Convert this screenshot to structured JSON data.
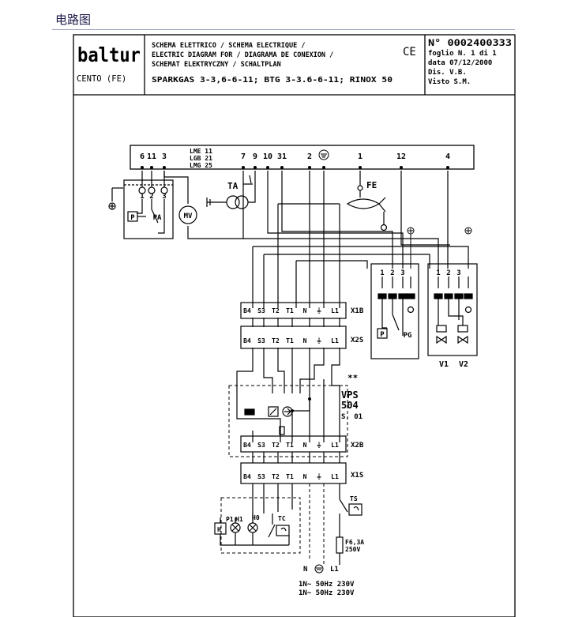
{
  "page_heading": "电路图",
  "title_block": {
    "logo": "baltur",
    "model": "CENTO (FE)",
    "titles": [
      "SCHEMA ELETTRICO / SCHEMA ELECTRIQUE /",
      "ELECTRIC DIAGRAM FOR / DIAGRAMA DE CONEXION /",
      "SCHEMAT ELEKTRYCZNY / SCHALTPLAN"
    ],
    "products": "SPARKGAS 3-3,6-6-11; BTG 3-3.6-6-11; RINOX 50",
    "ce_mark": "CE",
    "doc_number": "N° 0002400333",
    "sheet": "foglio N. 1 di 1",
    "date": "data 07/12/2000",
    "drawn": "Dis. V.B.",
    "checked": "Visto S.M."
  },
  "control_box": {
    "models": [
      "LME 11",
      "LGB 21",
      "LMG 25"
    ],
    "terminals": [
      "6",
      "11",
      "3",
      "7",
      "9",
      "10",
      "31",
      "2",
      "1",
      "12",
      "4"
    ]
  },
  "components": {
    "pa_label": "PA",
    "p_label": "P",
    "mv_label": "MV",
    "ta_label": "TA",
    "fe_label": "FE",
    "pg_label": "PG",
    "v1_label": "V1",
    "v2_label": "V2",
    "vps_marker": "**",
    "vps_name": "VPS",
    "vps_number": "504",
    "vps_series": "S. 01",
    "p1_label": "P1",
    "h1_label": "H1",
    "h0_label": "H0",
    "tc_label": "TC",
    "h_label": "H",
    "ts_label": "TS",
    "fuse_rating": "F6,3A",
    "fuse_voltage": "250V"
  },
  "left_plug_pins": [
    "1",
    "2",
    "3"
  ],
  "pg_plug_pins": [
    "1",
    "2",
    "3"
  ],
  "v_plug_pins": [
    "1",
    "2",
    "3"
  ],
  "connector_pins": [
    "B4",
    "S3",
    "T2",
    "T1",
    "N",
    "⏚",
    "L1"
  ],
  "connector_labels": [
    "X1B",
    "X2S",
    "X2B",
    "X1S"
  ],
  "supply": {
    "n_label": "N",
    "l_label": "L1",
    "line1": "1N~ 50Hz 230V",
    "line2": "1N~ 50Hz 230V"
  }
}
